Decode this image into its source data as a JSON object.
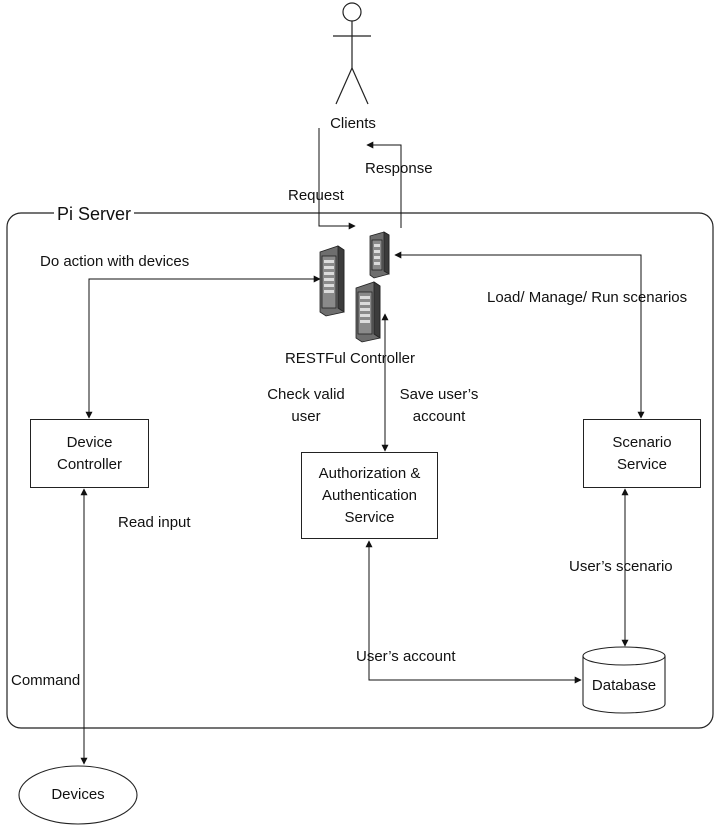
{
  "actors": {
    "clients": "Clients",
    "devices": "Devices"
  },
  "container": {
    "title": "Pi Server"
  },
  "components": {
    "restful_controller": "RESTFul Controller",
    "device_controller_line1": "Device",
    "device_controller_line2": "Controller",
    "auth_service_line1": "Authorization &",
    "auth_service_line2": "Authentication",
    "auth_service_line3": "Service",
    "scenario_service_line1": "Scenario",
    "scenario_service_line2": "Service",
    "database": "Database"
  },
  "edges": {
    "request": "Request",
    "response": "Response",
    "do_action": "Do action with devices",
    "load_manage": "Load/ Manage/ Run scenarios",
    "check_valid_line1": "Check valid",
    "check_valid_line2": "user",
    "save_account_line1": "Save user’s",
    "save_account_line2": "account",
    "read_input": "Read input",
    "users_scenario": "User’s scenario",
    "users_account": "User’s account",
    "command": "Command"
  }
}
